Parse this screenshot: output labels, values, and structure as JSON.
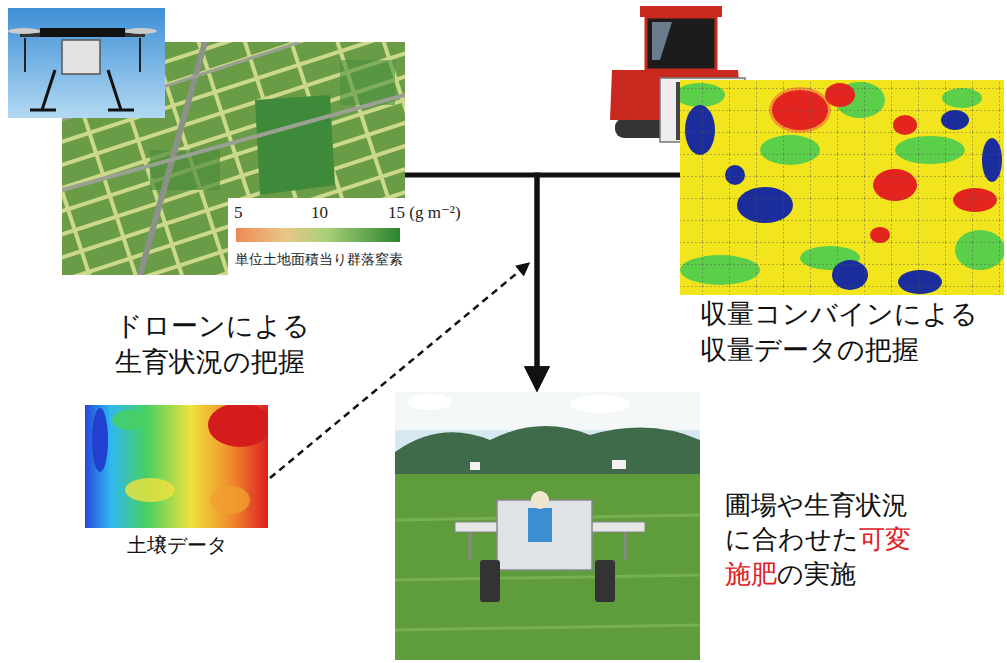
{
  "diagram": {
    "nodes": [
      {
        "text": [
          "ドローンによる 生育状況の把握"
        ]
      },
      {
        "text": [
          "収量コンバインによる 収量データの把握"
        ]
      },
      {
        "text": [
          "土壌データ"
        ]
      },
      {
        "text": [
          "圃場や生育状況 に合わせた",
          "可変 施肥",
          "の実施"
        ]
      }
    ],
    "edges": [
      {
        "from": 0,
        "to": 3,
        "arrow": "to"
      },
      {
        "from": 1,
        "to": 3,
        "arrow": "to"
      },
      {
        "from": 2,
        "to": 3,
        "arrow": "to"
      }
    ],
    "labels": [
      "5",
      "10",
      "15 (g m⁻²)",
      "単位土地面積当り群落窒素"
    ]
  }
}
